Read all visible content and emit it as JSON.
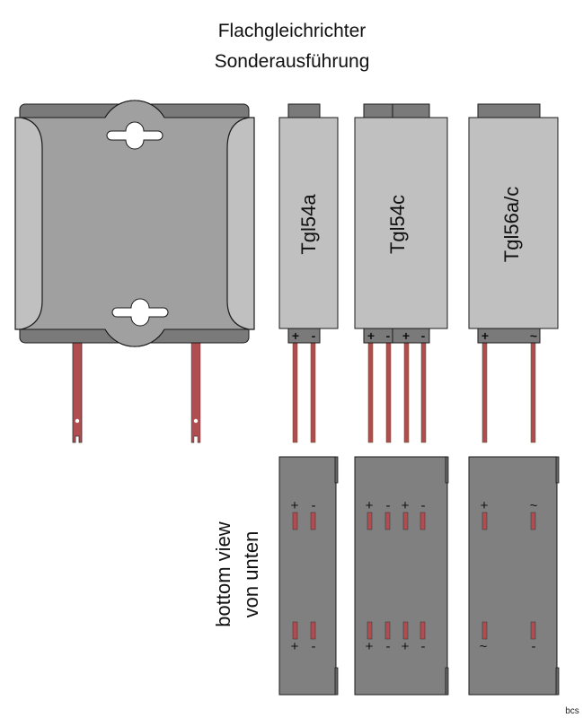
{
  "title": {
    "line1": "Flachgleichrichter",
    "line2": "Sonderausführung"
  },
  "colors": {
    "body_light": "#c0c0c0",
    "body_mid": "#a0a0a0",
    "body_dark": "#808080",
    "cap_dark": "#7a7a7a",
    "lead": "#b04d50",
    "outline": "#1a1a1a",
    "hole": "#ffffff"
  },
  "mounting_rectifier": {
    "name": "flat rectifier with mounting plate",
    "leads": 2
  },
  "components": [
    {
      "id": "tgl54a",
      "label": "Tgl54a",
      "top_pins": [
        "+",
        "-"
      ],
      "bottom_view": {
        "top_signs": [
          "+",
          "-"
        ],
        "bottom_signs": [
          "+",
          "-"
        ]
      }
    },
    {
      "id": "tgl54c",
      "label": "Tgl54c",
      "top_pins": [
        "+",
        "-",
        "+",
        "-"
      ],
      "bottom_view": {
        "top_signs": [
          "+",
          "-",
          "+",
          "-"
        ],
        "bottom_signs": [
          "+",
          "-",
          "+",
          "-"
        ]
      }
    },
    {
      "id": "tgl56ac",
      "label": "Tgl56a/c",
      "top_pins": [
        "+",
        "~"
      ],
      "bottom_view": {
        "top_signs": [
          "+",
          "~"
        ],
        "bottom_signs": [
          "~",
          "-"
        ]
      }
    }
  ],
  "bottom_view_label": {
    "line1": "bottom view",
    "line2": "von unten"
  },
  "credit": "bcs"
}
